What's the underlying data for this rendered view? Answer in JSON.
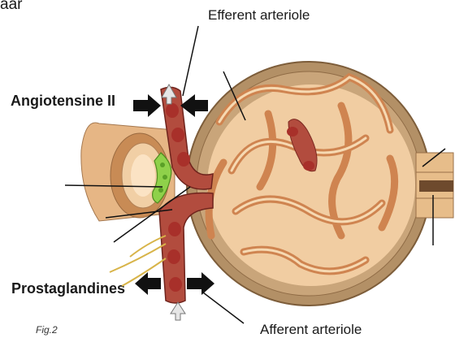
{
  "labels": {
    "top_fragment": "aar",
    "efferent": "Efferent arteriole",
    "angiotensin": "Angiotensine II",
    "prostaglandins": "Prostaglandines",
    "figure": "Fig.2",
    "afferent": "Afferent arteriole"
  },
  "colors": {
    "capsule": "#b39066",
    "tissue": "#efc08f",
    "capillary": "#d9955f",
    "vessel": "#b24c3e",
    "blood_cell": "#a8302a",
    "macula_densa": "#8fd14a",
    "arrow": "#111111"
  }
}
